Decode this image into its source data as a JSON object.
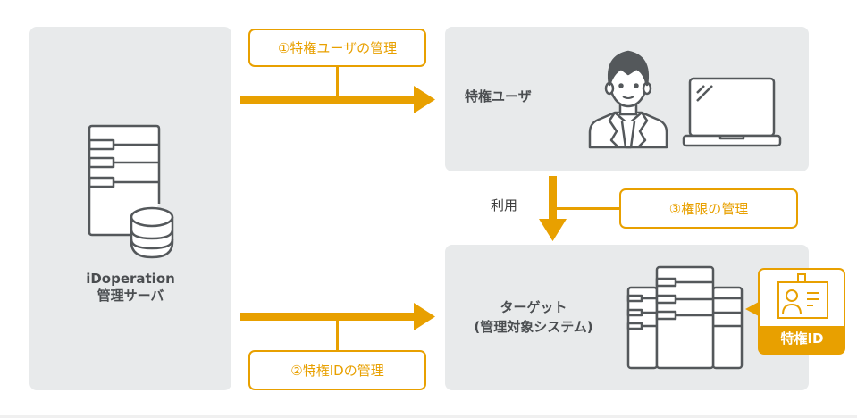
{
  "diagram": {
    "server": {
      "name_line1": "iDoperation",
      "name_line2": "管理サーバ",
      "icon": "server-database-icon"
    },
    "privileged_user": {
      "label": "特権ユーザ",
      "icons": [
        "businessman-icon",
        "laptop-icon"
      ]
    },
    "target": {
      "label_line1": "ターゲット",
      "label_line2": "(管理対象システム)",
      "icon": "server-rack-icon"
    },
    "privileged_id_badge": {
      "label": "特権ID",
      "icon": "id-card-icon"
    },
    "flows": [
      {
        "id": "1",
        "label": "①特権ユーザの管理",
        "from": "server",
        "to": "privileged_user"
      },
      {
        "id": "2",
        "label": "②特権IDの管理",
        "from": "server",
        "to": "target"
      },
      {
        "id": "3",
        "label": "③権限の管理",
        "from": "privileged_user",
        "to": "target"
      }
    ],
    "use_label": "利用",
    "colors": {
      "accent": "#e8a000",
      "panel": "#e8eaeb",
      "icon_stroke": "#54585b",
      "text": "#4a4d50"
    }
  }
}
